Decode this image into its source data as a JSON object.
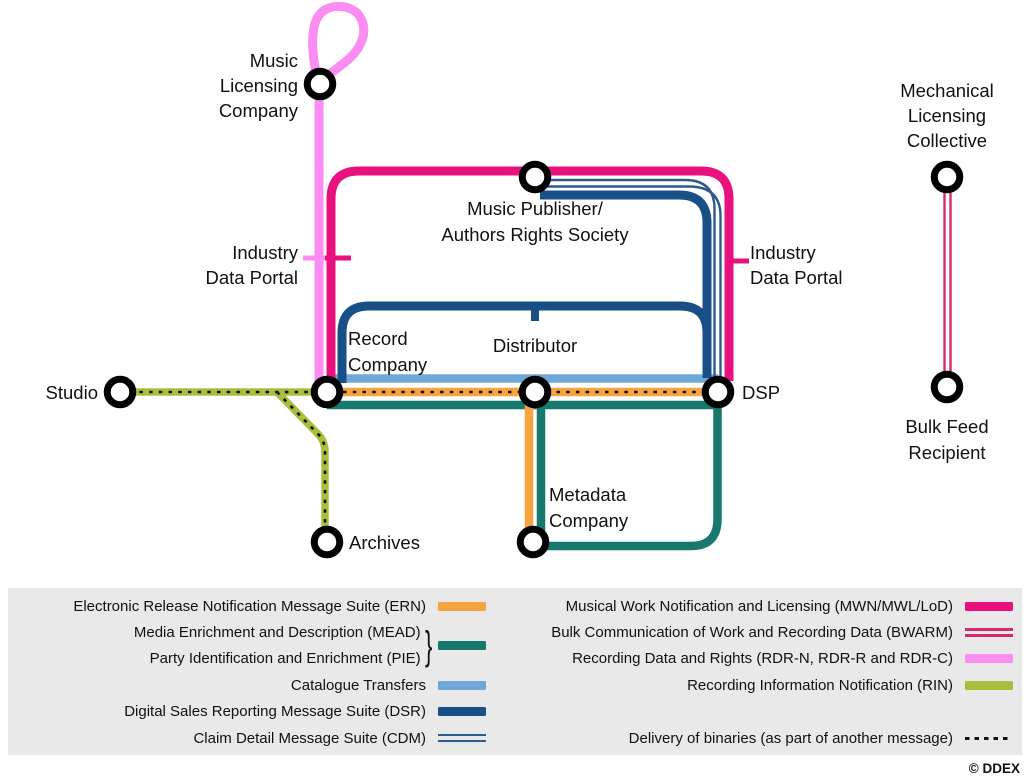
{
  "footer": {
    "copyright": "© DDEX"
  },
  "colors": {
    "ern": "#F6A440",
    "mead_pie": "#17786E",
    "catalogue": "#6FA8D6",
    "dsr": "#194F87",
    "cdm": "#2D5A8E",
    "mwn": "#E8117D",
    "bwarm": "#D62A6E",
    "rdr": "#FB8CF1",
    "rin": "#A8BF3C",
    "binaries": "#111111",
    "node_stroke": "#000000",
    "metadata_label": "#1F4E79",
    "legend_bg": "#E9E9E9",
    "text": "#111111"
  },
  "nodes": [
    {
      "id": "studio",
      "lines": [
        "Studio"
      ]
    },
    {
      "id": "music-licensing-company",
      "lines": [
        "Music",
        "Licensing",
        "Company"
      ]
    },
    {
      "id": "record-company",
      "lines": [
        "Record",
        "Company"
      ]
    },
    {
      "id": "distributor",
      "lines": [
        "Distributor"
      ]
    },
    {
      "id": "music-publisher",
      "lines": [
        "Music Publisher/",
        "Authors Rights Society"
      ]
    },
    {
      "id": "dsp",
      "lines": [
        "DSP"
      ]
    },
    {
      "id": "archives",
      "lines": [
        "Archives"
      ]
    },
    {
      "id": "metadata-company",
      "lines": [
        "Metadata",
        "Company"
      ],
      "label_color": "metadata_label"
    },
    {
      "id": "mechanical-licensing-collective",
      "lines": [
        "Mechanical",
        "Licensing",
        "Collective"
      ]
    },
    {
      "id": "bulk-feed-recipient",
      "lines": [
        "Bulk Feed",
        "Recipient"
      ]
    }
  ],
  "portal_labels": [
    {
      "id": "industry-data-portal-left",
      "lines": [
        "Industry",
        "Data Portal"
      ]
    },
    {
      "id": "industry-data-portal-right",
      "lines": [
        "Industry",
        "Data Portal"
      ]
    }
  ],
  "legend": {
    "left": [
      {
        "id": "ern",
        "label": "Electronic Release Notification Message Suite (ERN)",
        "swatch": "solid",
        "color": "ern"
      },
      {
        "id": "mead-pie",
        "labels": [
          "Media Enrichment and Description (MEAD)",
          "Party Identification and Enrichment (PIE)"
        ],
        "swatch": "solid",
        "color": "mead_pie",
        "brace": "}"
      },
      {
        "id": "catalogue-transfers",
        "label": "Catalogue Transfers",
        "swatch": "solid",
        "color": "catalogue"
      },
      {
        "id": "dsr",
        "label": "Digital Sales Reporting Message Suite (DSR)",
        "swatch": "solid",
        "color": "dsr"
      },
      {
        "id": "cdm",
        "label": "Claim Detail Message Suite (CDM)",
        "swatch": "stripes",
        "color": "cdm"
      }
    ],
    "right": [
      {
        "id": "mwn",
        "label": "Musical Work Notification and Licensing (MWN/MWL/LoD)",
        "swatch": "solid",
        "color": "mwn"
      },
      {
        "id": "bwarm",
        "label": "Bulk Communication of Work and Recording Data (BWARM)",
        "swatch": "stripes",
        "color": "bwarm"
      },
      {
        "id": "rdr",
        "label": "Recording Data and Rights (RDR-N, RDR-R and RDR-C)",
        "swatch": "solid",
        "color": "rdr"
      },
      {
        "id": "rin",
        "label": "Recording Information Notification (RIN)",
        "swatch": "solid",
        "color": "rin"
      },
      {
        "id": "spacer",
        "spacer": true
      },
      {
        "id": "delivery-of-binaries",
        "label": "Delivery of binaries (as part of another message)",
        "swatch": "dotted",
        "color": "binaries"
      }
    ]
  }
}
